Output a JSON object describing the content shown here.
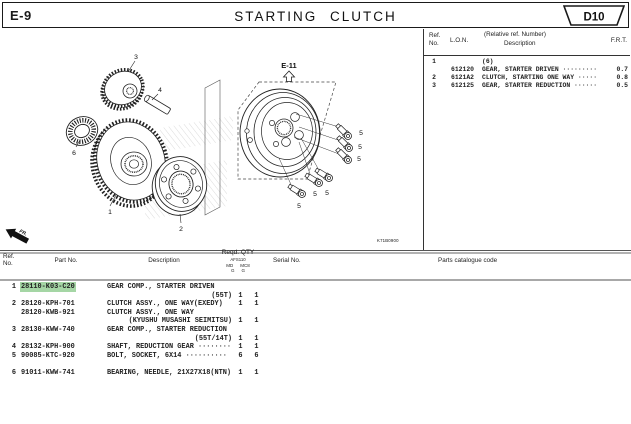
{
  "header": {
    "page_code": "E-9",
    "title": "STARTING CLUTCH",
    "plate_code": "D10"
  },
  "ref_table": {
    "headers": {
      "ref_line1": "Ref.",
      "ref_line2": "No.",
      "lon": "L.O.N.",
      "desc_line1": "(Relative ref. Number)",
      "desc_line2": "Description",
      "frt": "F.R.T."
    },
    "rows": [
      {
        "ref": "1",
        "lon": "",
        "desc": "(6)",
        "frt": ""
      },
      {
        "ref": "",
        "lon": "612120",
        "desc": "GEAR, STARTER DRIVEN ·········",
        "frt": "0.7"
      },
      {
        "ref": "2",
        "lon": "6121A2",
        "desc": "CLUTCH, STARTING ONE WAY ·····",
        "frt": "0.8"
      },
      {
        "ref": "3",
        "lon": "612125",
        "desc": "GEAR, STARTER REDUCTION ······",
        "frt": "0.5"
      }
    ]
  },
  "diagram": {
    "section_ref": "E-11",
    "drawing_code": "K71B0900",
    "direction_label": "FR.",
    "callouts": {
      "c1": "1",
      "c2": "2",
      "c3": "3",
      "c4": "4",
      "c5": "5",
      "c6": "6"
    }
  },
  "parts_table": {
    "headers": {
      "ref_line1": "Ref.",
      "ref_line2": "No.",
      "part_no": "Part No.",
      "description": "Description",
      "qty_group": "Reqd. QTY",
      "qty_model": "AFS110",
      "qty_col1": "MD",
      "qty_col2": "MC8",
      "qty_col1_sub": "G",
      "qty_col2_sub": "G",
      "serial_no": "Serial No.",
      "parts_catalogue_code": "Parts catalogue code"
    },
    "highlight_color": "#a5d6a5",
    "lines": [
      {
        "ref": "1",
        "part": "28110-K03-C20",
        "hl": true,
        "desc": "GEAR COMP., STARTER DRIVEN"
      },
      {
        "desc2": "(55T)",
        "q1": "1",
        "q2": "1"
      },
      {
        "ref": "2",
        "part": "28120-KPH-701",
        "desc": "CLUTCH ASSY., ONE WAY(EXEDY)",
        "q1": "1",
        "q2": "1"
      },
      {
        "part": "28120-KWB-921",
        "desc": "CLUTCH ASSY., ONE WAY"
      },
      {
        "desc2": "(KYUSHU MUSASHI SEIMITSU)",
        "q1": "1",
        "q2": "1"
      },
      {
        "ref": "3",
        "part": "28130-KWW-740",
        "desc": "GEAR COMP., STARTER REDUCTION"
      },
      {
        "desc2": "(55T/14T)",
        "q1": "1",
        "q2": "1"
      },
      {
        "ref": "4",
        "part": "28132-KPH-900",
        "desc": "SHAFT, REDUCTION GEAR ········",
        "q1": "1",
        "q2": "1"
      },
      {
        "ref": "5",
        "part": "90085-KTC-920",
        "desc": "BOLT, SOCKET, 6X14 ··········",
        "q1": "6",
        "q2": "6"
      },
      {
        "spacer": true
      },
      {
        "ref": "6",
        "part": "91011-KWW-741",
        "desc": "BEARING, NEEDLE, 21X27X18(NTN)",
        "q1": "1",
        "q2": "1"
      }
    ]
  }
}
